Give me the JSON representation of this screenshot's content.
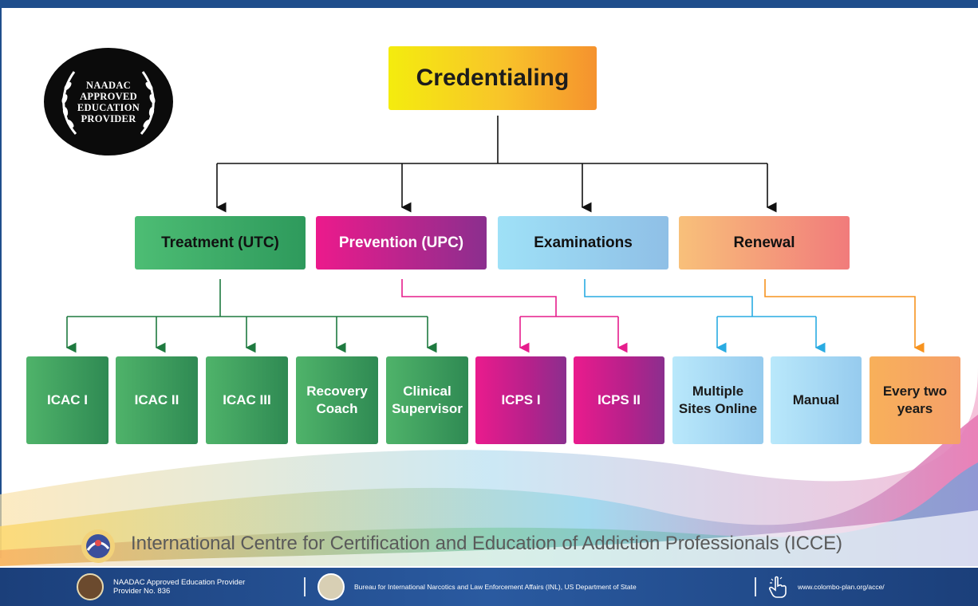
{
  "badge": {
    "text_lines": [
      "NAADAC",
      "APPROVED",
      "EDUCATION",
      "PROVIDER"
    ]
  },
  "diagram": {
    "root": "Credentialing",
    "categories": [
      {
        "id": "treatment",
        "label": "Treatment (UTC)",
        "color": "#3aa866"
      },
      {
        "id": "prevention",
        "label": "Prevention (UPC)",
        "color": "#e61d8c"
      },
      {
        "id": "examinations",
        "label": "Examinations",
        "color": "#29abe2"
      },
      {
        "id": "renewal",
        "label": "Renewal",
        "color": "#f7931e"
      }
    ],
    "items": [
      {
        "label": "ICAC I",
        "parent": "treatment"
      },
      {
        "label": "ICAC II",
        "parent": "treatment"
      },
      {
        "label": "ICAC III",
        "parent": "treatment"
      },
      {
        "label": "Recovery Coach",
        "parent": "treatment"
      },
      {
        "label": "Clinical Supervisor",
        "parent": "treatment"
      },
      {
        "label": "ICPS I",
        "parent": "prevention"
      },
      {
        "label": "ICPS II",
        "parent": "prevention"
      },
      {
        "label": "Multiple Sites Online",
        "parent": "examinations"
      },
      {
        "label": "Manual",
        "parent": "examinations"
      },
      {
        "label": "Every two years",
        "parent": "renewal"
      }
    ]
  },
  "organization": {
    "name": "International Centre for Certification and Education of Addiction Professionals (ICCE)"
  },
  "footer": {
    "provider_line1": "NAADAC Approved Education Provider",
    "provider_line2": "Provider No. 836",
    "bureau": "Bureau for International Narcotics and Law Enforcement Affairs (INL), US Department of State",
    "website": "www.colombo-plan.org/acce/"
  }
}
